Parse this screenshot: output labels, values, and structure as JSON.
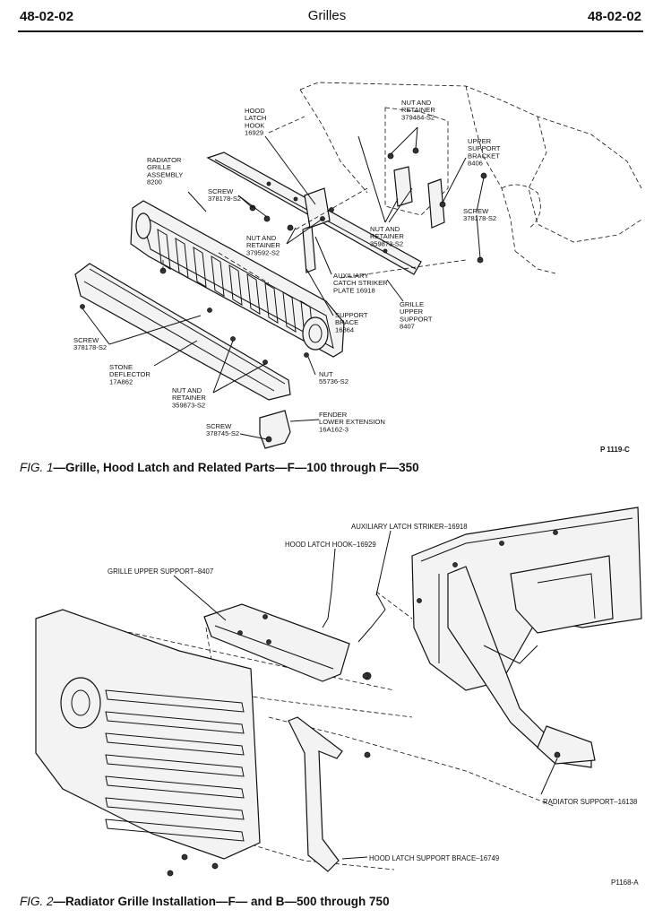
{
  "header": {
    "left_code": "48-02-02",
    "title": "Grilles",
    "right_code": "48-02-02"
  },
  "figure1": {
    "labels": {
      "hood_latch_hook": [
        "HOOD",
        "LATCH",
        "HOOK",
        "16929"
      ],
      "nut_retainer_top": [
        "NUT AND",
        "RETAINER",
        "379484-S2"
      ],
      "upper_support_bracket": [
        "UPPER",
        "SUPPORT",
        "BRACKET",
        "8406"
      ],
      "radiator_grille_assembly": [
        "RADIATOR",
        "GRILLE",
        "ASSEMBLY",
        "8200"
      ],
      "screw_upper": [
        "SCREW",
        "378178-S2"
      ],
      "screw_right": [
        "SCREW",
        "378178-S2"
      ],
      "nut_retainer_mid": [
        "NUT AND",
        "RETAINER",
        "359873-S2"
      ],
      "nut_retainer_left": [
        "NUT AND",
        "RETAINER",
        "379592-S2"
      ],
      "aux_catch_striker": [
        "AUXILIARY",
        "CATCH STRIKER",
        "PLATE 16918"
      ],
      "grille_upper_support": [
        "GRILLE",
        "UPPER",
        "SUPPORT",
        "8407"
      ],
      "support_brace": [
        "SUPPORT",
        "BRACE",
        "16864"
      ],
      "screw_left": [
        "SCREW",
        "378178-S2"
      ],
      "stone_deflector": [
        "STONE",
        "DEFLECTOR",
        "17A862"
      ],
      "nut_retainer_bottom": [
        "NUT AND",
        "RETAINER",
        "359873-S2"
      ],
      "nut": [
        "NUT",
        "55736-S2"
      ],
      "fender_lower_ext": [
        "FENDER",
        "LOWER EXTENSION",
        "16A162-3"
      ],
      "screw_bottom": [
        "SCREW",
        "378745-S2"
      ]
    },
    "code": "P 1119-C",
    "caption_fig": "FIG. 1",
    "caption_text": "—Grille, Hood Latch and Related Parts—F—100 through F—350"
  },
  "figure2": {
    "labels": {
      "aux_latch_striker": "AUXILIARY LATCH STRIKER–16918",
      "hood_latch_hook": "HOOD LATCH HOOK–16929",
      "grille_upper_support": "GRILLE UPPER SUPPORT–8407",
      "radiator_support": "RADIATOR SUPPORT–16138",
      "hood_latch_support_brace": "HOOD LATCH SUPPORT BRACE–16749"
    },
    "code": "P1168-A",
    "caption_fig": "FIG. 2",
    "caption_text": "—Radiator Grille Installation—F— and B—500 through 750"
  }
}
